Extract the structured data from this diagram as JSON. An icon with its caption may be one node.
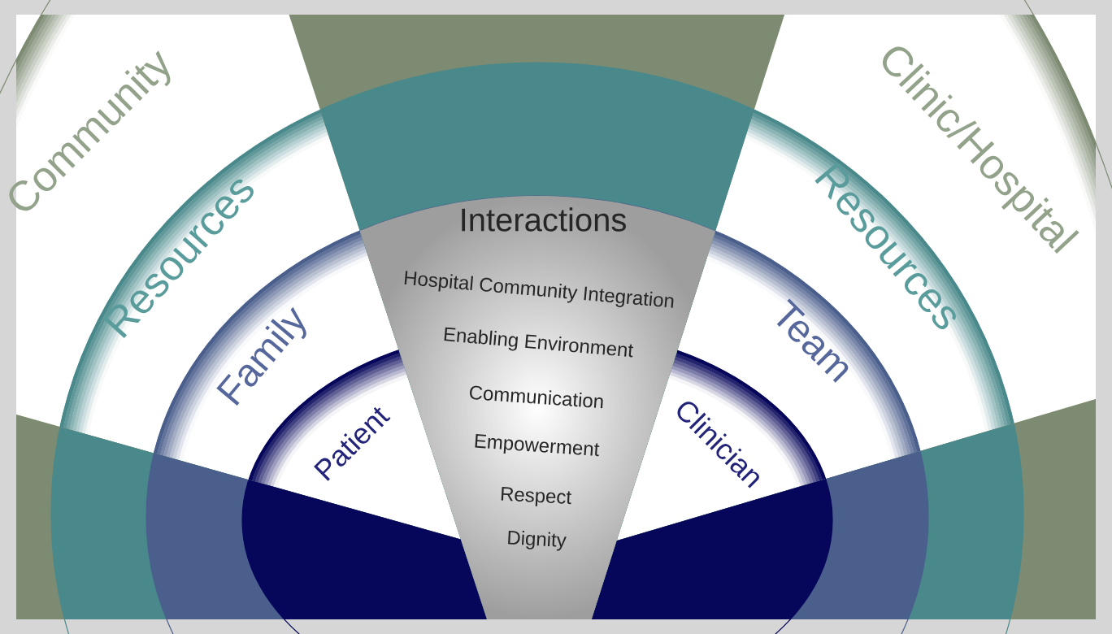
{
  "diagram": {
    "nodes": [
      {
        "text": [
          "Community",
          "Clinic/Hospital"
        ]
      },
      {
        "text": [
          "Resources",
          "Resources"
        ],
        "in": 0
      },
      {
        "text": [
          "Family",
          "Team"
        ],
        "in": 1
      },
      {
        "text": [
          "Patient",
          "Clinician"
        ],
        "in": 2
      },
      {
        "text": [
          "Interactions",
          "Hospital Community Integration",
          "Enabling Environment",
          "Communication",
          "Empowerment",
          "Respect",
          "Dignity"
        ],
        "in": 2
      }
    ]
  }
}
